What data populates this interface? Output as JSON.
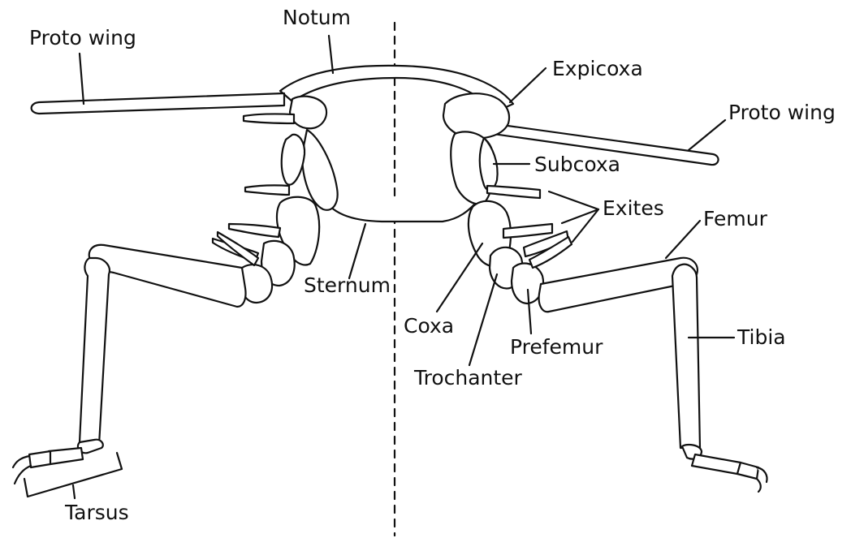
{
  "diagram": {
    "labels": {
      "notum": "Notum",
      "proto_wing_left": "Proto wing",
      "proto_wing_right": "Proto wing",
      "expicoxa": "Expicoxa",
      "subcoxa": "Subcoxa",
      "exites": "Exites",
      "femur": "Femur",
      "sternum": "Sternum",
      "coxa": "Coxa",
      "tibia": "Tibia",
      "prefemur": "Prefemur",
      "trochanter": "Trochanter",
      "tarsus": "Tarsus"
    },
    "colors": {
      "stroke": "#111111",
      "background": "#ffffff"
    }
  }
}
